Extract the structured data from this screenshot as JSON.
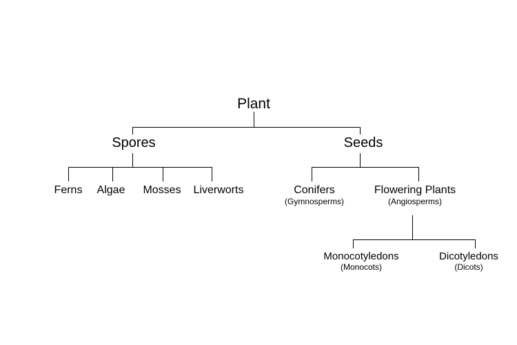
{
  "diagram": {
    "root": "Plant",
    "spores": {
      "label": "Spores",
      "children": [
        "Ferns",
        "Algae",
        "Mosses",
        "Liverworts"
      ]
    },
    "seeds": {
      "label": "Seeds",
      "conifers": {
        "label": "Conifers",
        "sub": "(Gymnosperms)"
      },
      "flowering": {
        "label": "Flowering Plants",
        "sub": "(Angiosperms)",
        "monocots": {
          "label": "Monocotyledons",
          "sub": "(Monocots)"
        },
        "dicots": {
          "label": "Dicotyledons",
          "sub": "(Dicots)"
        }
      }
    },
    "line_color": "#000000"
  }
}
